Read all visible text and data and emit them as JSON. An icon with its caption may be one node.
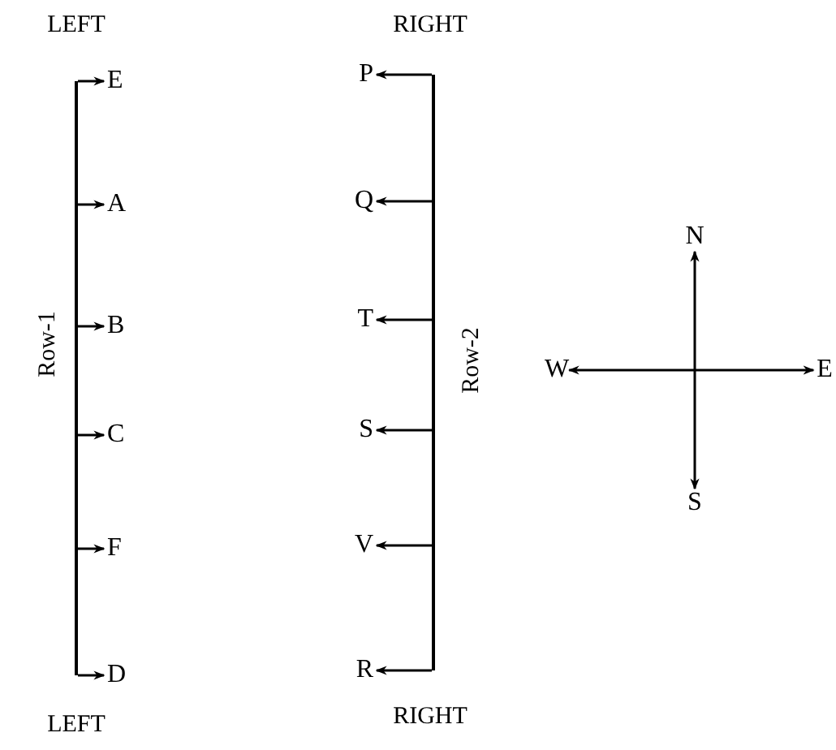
{
  "diagram": {
    "nodes": [
      {
        "text": [],
        "shape": "bar",
        "beside": [
          "Row-1"
        ]
      },
      {
        "text": [
          "E"
        ]
      },
      {
        "text": [
          "A"
        ]
      },
      {
        "text": [
          "B"
        ]
      },
      {
        "text": [
          "C"
        ]
      },
      {
        "text": [
          "F"
        ]
      },
      {
        "text": [
          "D"
        ]
      },
      {
        "text": [],
        "shape": "bar",
        "beside": [
          "Row-2"
        ]
      },
      {
        "text": [
          "P"
        ]
      },
      {
        "text": [
          "Q"
        ]
      },
      {
        "text": [
          "T"
        ]
      },
      {
        "text": [
          "S"
        ]
      },
      {
        "text": [
          "V"
        ]
      },
      {
        "text": [
          "R"
        ]
      },
      {
        "text": [
          "N"
        ]
      },
      {
        "text": [
          "W"
        ]
      },
      {
        "text": [
          "E"
        ]
      },
      {
        "text": [
          "S"
        ]
      }
    ],
    "edges": [
      {
        "from": 0,
        "to": 1,
        "arrow": "to"
      },
      {
        "from": 0,
        "to": 2,
        "arrow": "to"
      },
      {
        "from": 0,
        "to": 3,
        "arrow": "to"
      },
      {
        "from": 0,
        "to": 4,
        "arrow": "to"
      },
      {
        "from": 0,
        "to": 5,
        "arrow": "to"
      },
      {
        "from": 0,
        "to": 6,
        "arrow": "to"
      },
      {
        "from": 7,
        "to": 8,
        "arrow": "to"
      },
      {
        "from": 7,
        "to": 9,
        "arrow": "to"
      },
      {
        "from": 7,
        "to": 10,
        "arrow": "to"
      },
      {
        "from": 7,
        "to": 11,
        "arrow": "to"
      },
      {
        "from": 7,
        "to": 12,
        "arrow": "to"
      },
      {
        "from": 7,
        "to": 13,
        "arrow": "to"
      },
      {
        "from": 15,
        "to": 16,
        "arrow": "both"
      },
      {
        "from": 14,
        "to": 17,
        "arrow": "both"
      }
    ],
    "labels": [
      "LEFT",
      "RIGHT",
      "LEFT",
      "RIGHT"
    ]
  }
}
